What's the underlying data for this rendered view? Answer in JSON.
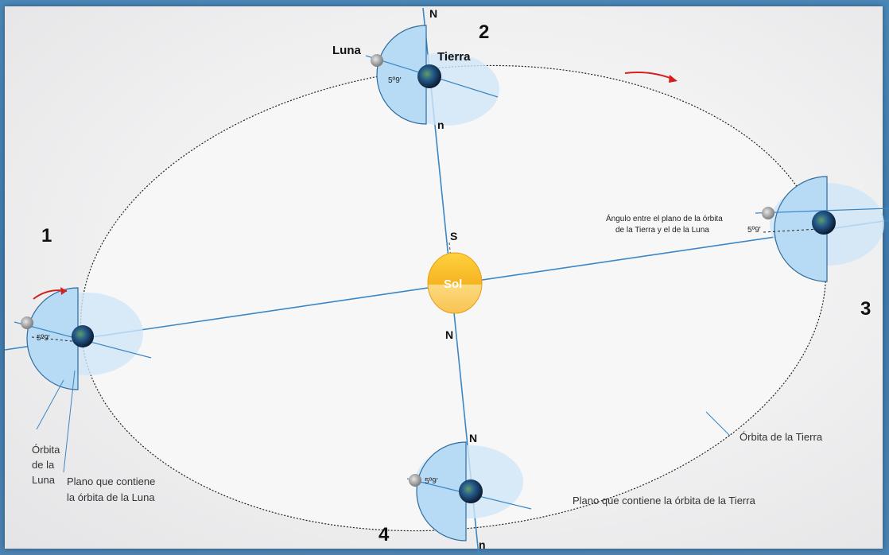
{
  "labels": {
    "sol": "Sol",
    "luna": "Luna",
    "tierra": "Tierra",
    "pole_N": "N",
    "pole_n": "n",
    "pole_S": "S",
    "angle": "5º9'",
    "orbita_luna": [
      "Órbita",
      "de la",
      "Luna"
    ],
    "plano_luna": [
      "Plano que contiene",
      "la órbita de la Luna"
    ],
    "orbita_tierra": "Órbita de la Tierra",
    "plano_tierra": "Plano que contiene la órbita de la Tierra",
    "angulo_desc": [
      "Ángulo entre el plano de la órbita",
      "de la Tierra y el de la Luna"
    ]
  },
  "positions": [
    "1",
    "2",
    "3",
    "4"
  ],
  "colors": {
    "axis": "#3b87c5",
    "plane_fill": "#b7dbf5",
    "plane_stroke": "#2d6b9d",
    "sun": "#f7b72b",
    "arrow": "#d42020"
  }
}
